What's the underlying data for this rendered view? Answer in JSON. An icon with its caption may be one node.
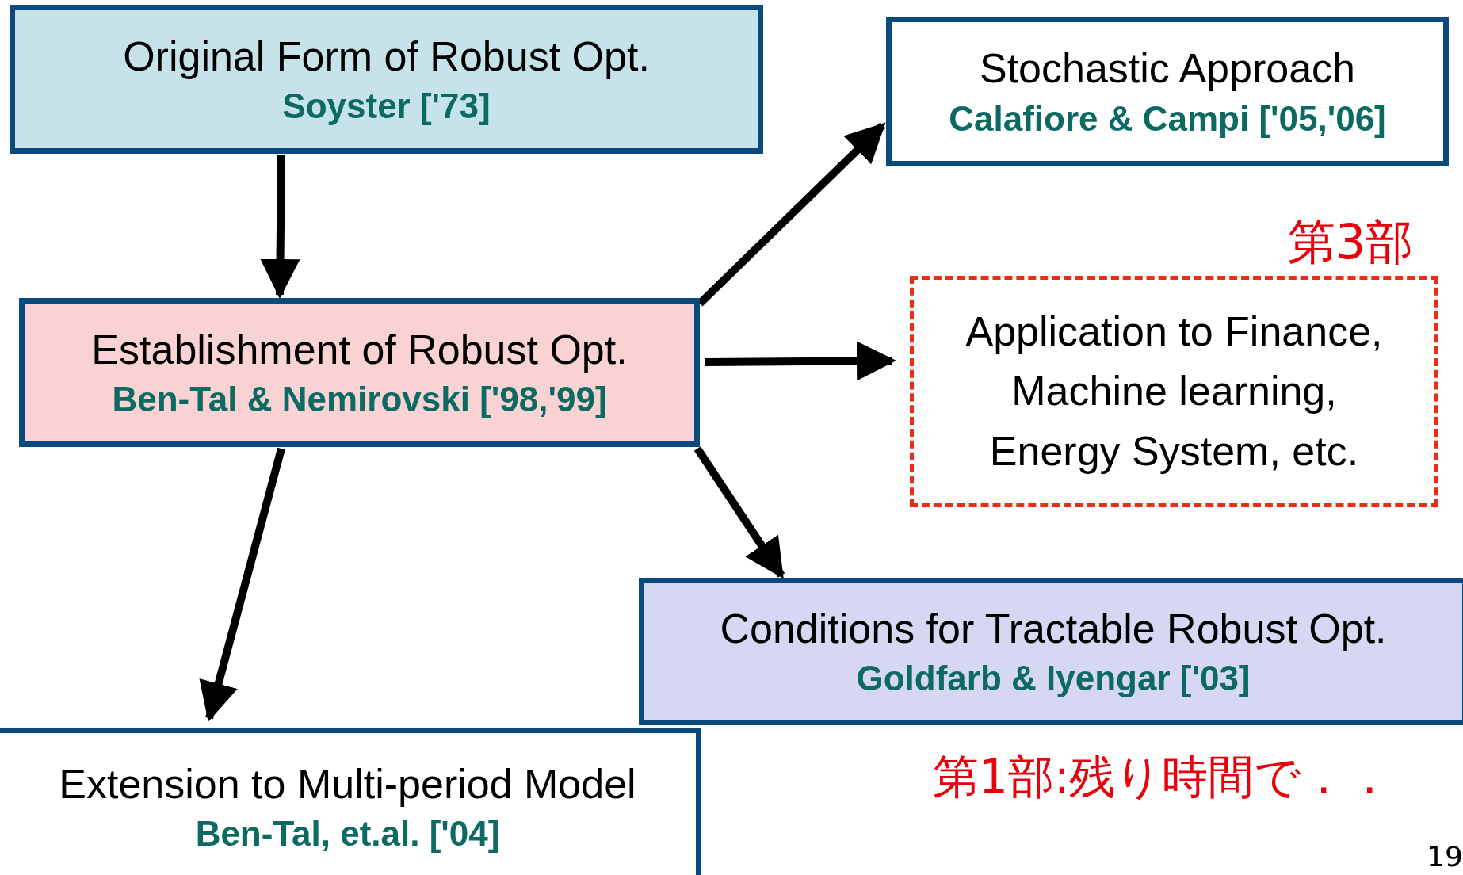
{
  "diagram": {
    "nodes": [
      {
        "text": [
          "Original Form of Robust Opt.",
          "Soyster ['73]"
        ]
      },
      {
        "text": [
          "Stochastic Approach",
          "Calafiore & Campi ['05,'06]"
        ]
      },
      {
        "text": [
          "Establishment of Robust Opt.",
          "Ben-Tal & Nemirovski ['98,'99]"
        ]
      },
      {
        "text": [
          "Application to Finance, Machine learning, Energy System, etc."
        ],
        "beside": [
          "第3部"
        ]
      },
      {
        "text": [
          "Conditions for Tractable Robust Opt.",
          "Goldfarb & Iyengar ['03]"
        ]
      },
      {
        "text": [
          "Extension to Multi-period Model",
          "Ben-Tal, et.al. ['04]"
        ]
      }
    ],
    "edges": [
      {
        "from": 0,
        "to": 2,
        "arrow": "to"
      },
      {
        "from": 2,
        "to": 1,
        "arrow": "to"
      },
      {
        "from": 2,
        "to": 3,
        "arrow": "to"
      },
      {
        "from": 2,
        "to": 4,
        "arrow": "to"
      },
      {
        "from": 2,
        "to": 5,
        "arrow": "to"
      }
    ],
    "labels": [
      "第1部:残り時間で．．",
      "19"
    ]
  }
}
